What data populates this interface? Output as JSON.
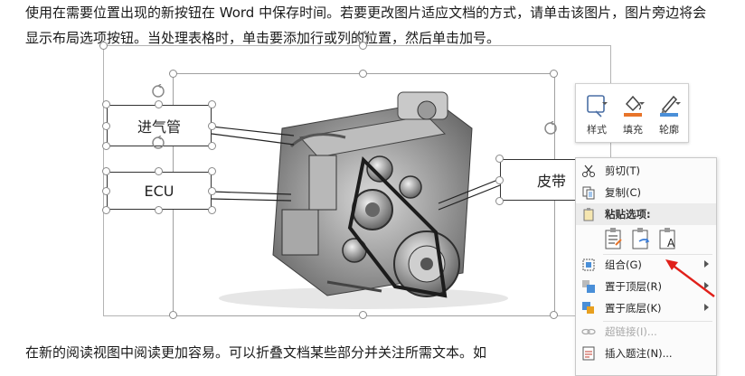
{
  "document": {
    "paragraph_top": "使用在需要位置出现的新按钮在 Word 中保存时间。若要更改图片适应文档的方式，请单击该图片，图片旁边将会显示布局选项按钮。当处理表格时，单击要添加行或列的位置，然后单击加号。",
    "paragraph_bottom": "在新的阅读视图中阅读更加容易。可以折叠文档某些部分并关注所需文本。如"
  },
  "callouts": {
    "intake": "进气管",
    "ecu": "ECU",
    "belt": "皮带"
  },
  "mini_toolbar": {
    "style": "样式",
    "fill": "填充",
    "outline": "轮廓",
    "accent_colors": {
      "fill": "#e8742a",
      "outline": "#4a8fd8"
    }
  },
  "context_menu": {
    "cut": "剪切(T)",
    "copy": "复制(C)",
    "paste_options": "粘贴选项:",
    "group": "组合(G)",
    "bring_to_front": "置于顶层(R)",
    "send_to_back": "置于底层(K)",
    "hyperlink": "超链接(I)...",
    "insert_caption": "插入题注(N)..."
  },
  "annotation": {
    "arrow_color": "#e0201a"
  }
}
